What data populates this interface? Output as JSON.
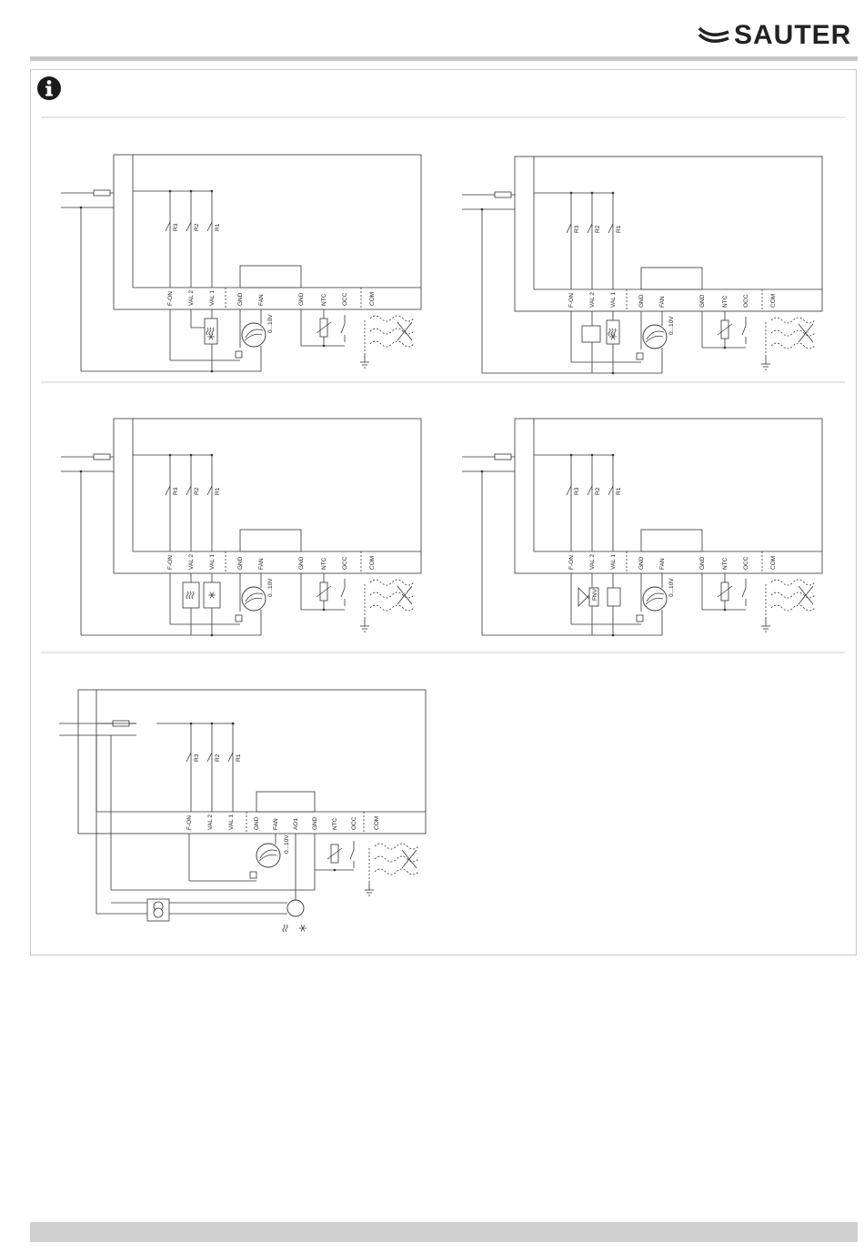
{
  "brand": {
    "name": "SAUTER",
    "color": "#222222"
  },
  "info_icon": "info-circle-icon",
  "colors": {
    "rule": "#c8c8c8",
    "footer": "#cfcfcf",
    "line": "#333333"
  },
  "terminals": {
    "fon": "F-ON",
    "val2": "VAL 2",
    "val1": "VAL 1",
    "gnd": "GND",
    "fan": "FAN",
    "ntc": "NTC",
    "occ": "OCC",
    "com": "COM",
    "ao1": "AO1",
    "volt": "0...10V",
    "fnv": "FNV"
  },
  "relays": {
    "r3": "R3",
    "r2": "R2",
    "r1": "R1"
  }
}
